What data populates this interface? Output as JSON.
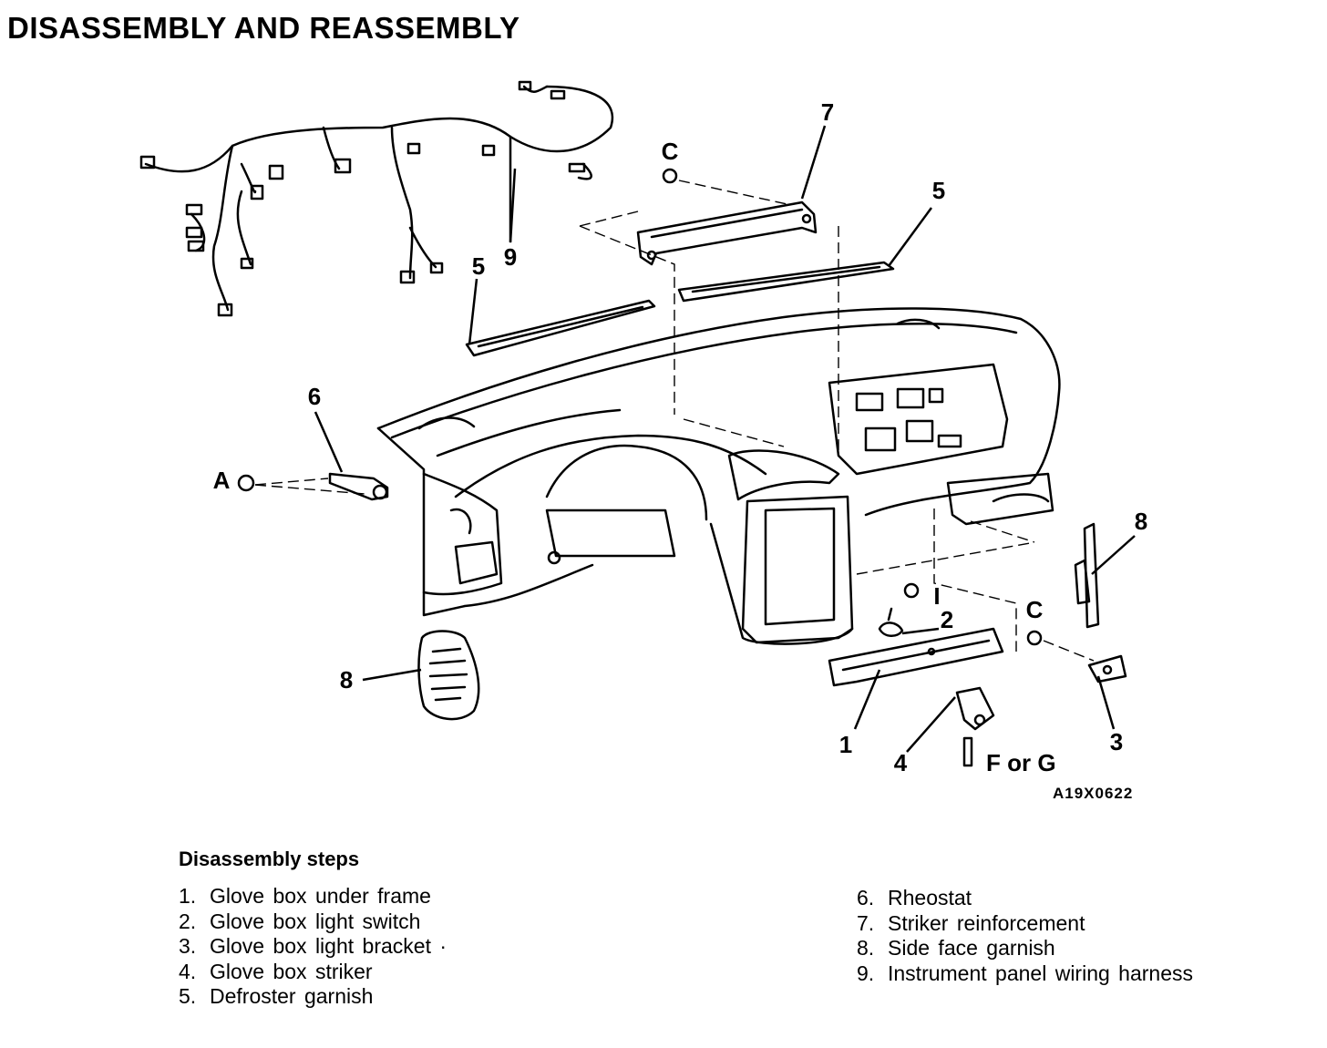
{
  "page_title": "DISASSEMBLY AND REASSEMBLY",
  "figure_code": "A19X0622",
  "callouts": {
    "n1": "1",
    "n2": "2",
    "n3": "3",
    "n4": "4",
    "n5a": "5",
    "n5b": "5",
    "n6": "6",
    "n7": "7",
    "n8a": "8",
    "n8b": "8",
    "n9": "9",
    "fastener_a": "A",
    "fastener_c1": "C",
    "fastener_c2": "C",
    "fastener_i": "I",
    "fastener_fg": "F or G"
  },
  "steps_title": "Disassembly steps",
  "steps_left": [
    {
      "num": "1.",
      "label": "Glove box under frame"
    },
    {
      "num": "2.",
      "label": "Glove box light switch"
    },
    {
      "num": "3.",
      "label": "Glove box light bracket ·"
    },
    {
      "num": "4.",
      "label": "Glove box striker"
    },
    {
      "num": "5.",
      "label": "Defroster garnish"
    }
  ],
  "steps_right": [
    {
      "num": "6.",
      "label": "Rheostat"
    },
    {
      "num": "7.",
      "label": "Striker reinforcement"
    },
    {
      "num": "8.",
      "label": "Side face garnish"
    },
    {
      "num": "9.",
      "label": "Instrument panel wiring harness"
    }
  ]
}
